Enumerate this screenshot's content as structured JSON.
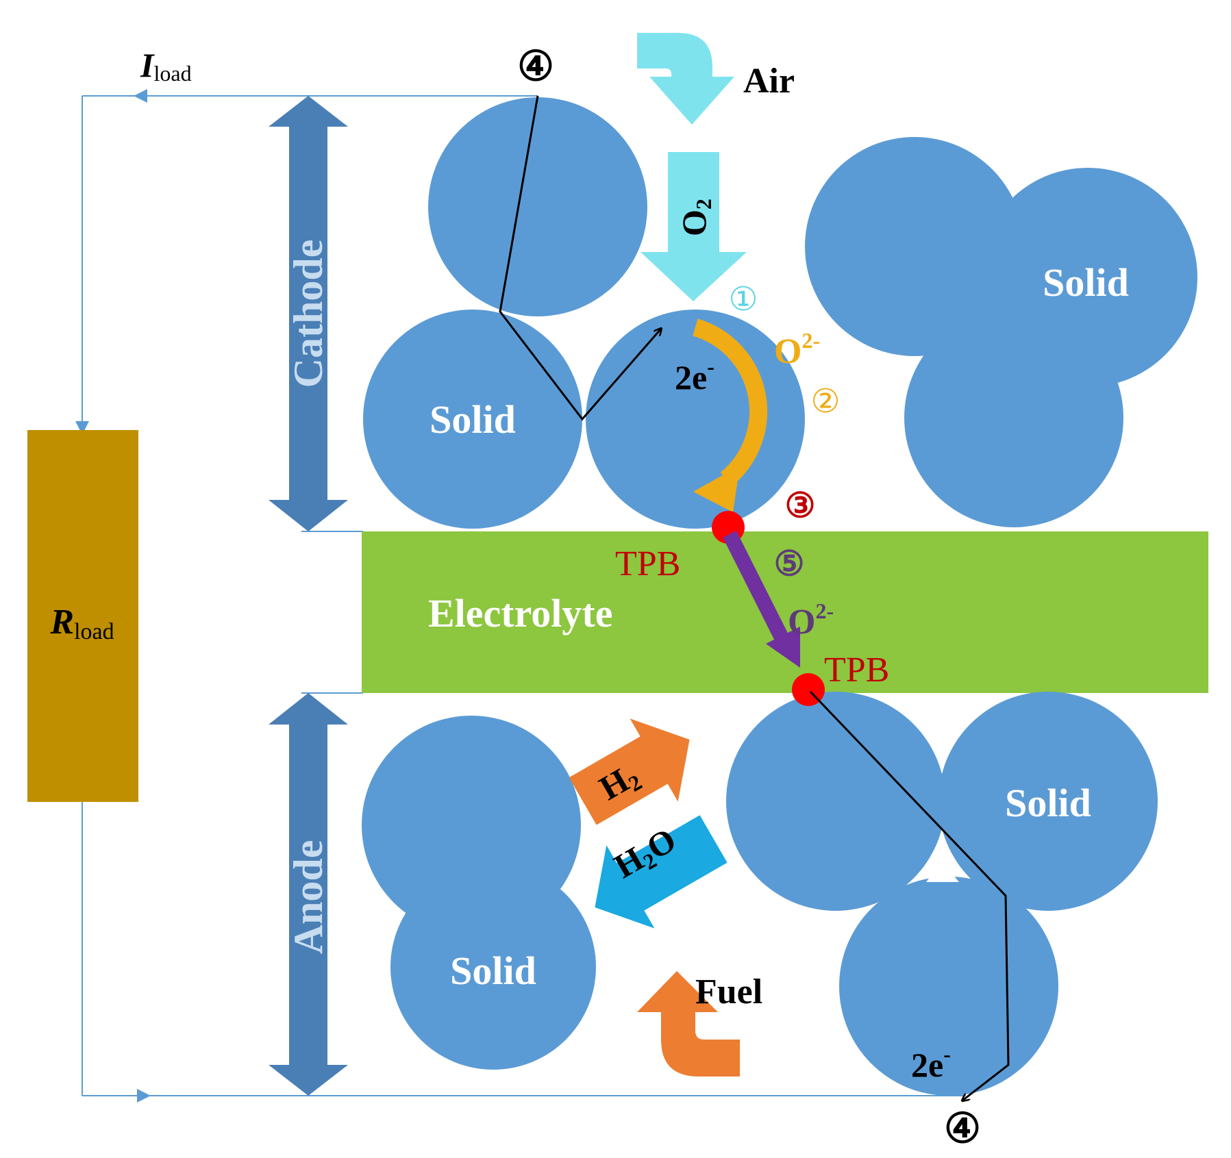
{
  "labels": {
    "cathode": "Cathode",
    "anode": "Anode",
    "electrolyte": "Electrolyte",
    "air": "Air",
    "fuel": "Fuel",
    "o2_main": "O",
    "o2_sub": "2",
    "h2_main": "H",
    "h2_sub": "2",
    "h2o_h": "H",
    "h2o_sub": "2",
    "h2o_o": "O",
    "tpb_top": "TPB",
    "tpb_bottom": "TPB",
    "solid_cathode_left": "Solid",
    "solid_cathode_right": "Solid",
    "solid_anode_left": "Solid",
    "solid_anode_right": "Solid",
    "electron_top_main": "2e",
    "electron_top_sup": "-",
    "electron_bottom_main": "2e",
    "electron_bottom_sup": "-",
    "oxide_top_main": "O",
    "oxide_top_sup": "2-",
    "oxide_electrolyte_main": "O",
    "oxide_electrolyte_sup": "2-",
    "i_load_main": "I",
    "i_load_sub": "load",
    "r_load_main": "R",
    "r_load_sub": "load"
  },
  "steps": {
    "step1": "①",
    "step2": "②",
    "step3": "③",
    "step4_top": "④",
    "step4_bottom": "④",
    "step5": "⑤"
  },
  "colors": {
    "particle": "#5b9bd5",
    "electrode_arrow": "#4a7fb5",
    "electrolyte": "#8dc63f",
    "resistor": "#bf8f00",
    "air_arrow": "#7fe3ee",
    "oxygen_ion_arrow": "#f0ac14",
    "oxide_transport_arrow": "#7030a0",
    "tpb_point": "#ff0000",
    "tpb_text": "#c00000",
    "step1_color": "#5bd3e6",
    "step2_color": "#f0ac14",
    "step3_color": "#c00000",
    "step5_color": "#5e3a7a",
    "fuel_arrow": "#ed7d31",
    "h2o_arrow": "#1aa9e0",
    "wire": "#5b9bd5"
  }
}
